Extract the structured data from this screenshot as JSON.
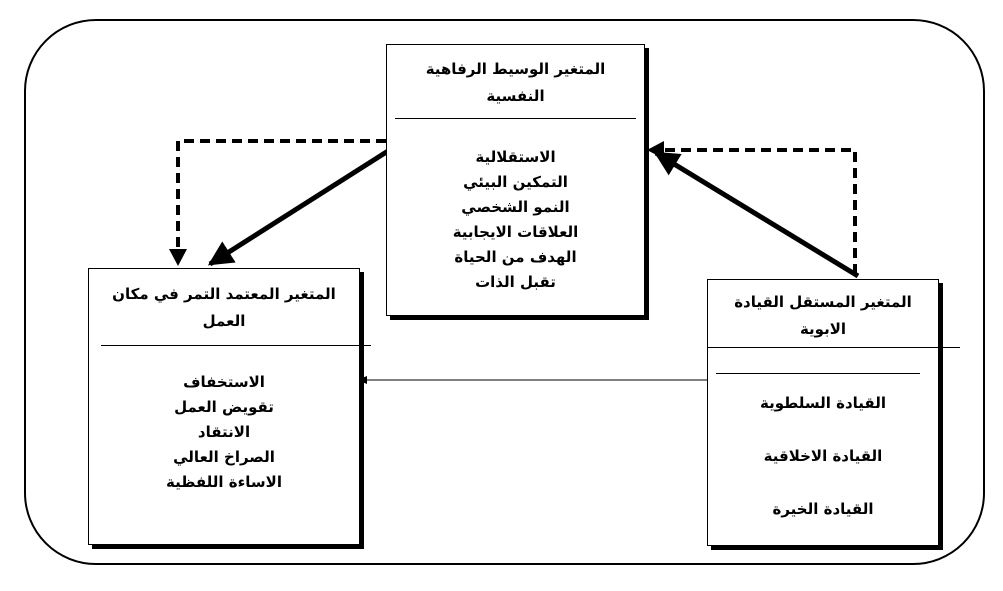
{
  "mediator": {
    "title": "المتغير الوسيط الرفاهية النفسية",
    "items": [
      "الاستقلالية",
      "التمكين البيئي",
      "النمو الشخصي",
      "العلاقات الايجابية",
      "الهدف من الحياة",
      "تقبل الذات"
    ]
  },
  "dependent": {
    "title": "المتغير المعتمد التمر في مكان العمل",
    "items": [
      "الاستخفاف",
      "تقويض العمل",
      "الانتقاد",
      "الصراخ العالي",
      "الاساءة اللفظية"
    ]
  },
  "independent": {
    "title": "المتغير المستقل القيادة الابوية",
    "items": [
      "القيادة السلطوية",
      "القيادة الاخلاقية",
      "القيادة الخيرة"
    ]
  }
}
